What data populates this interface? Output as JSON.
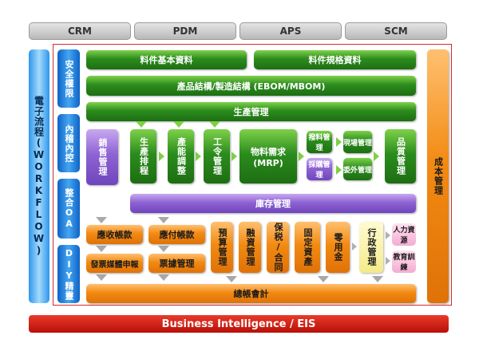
{
  "tabs": [
    "CRM",
    "PDM",
    "APS",
    "SCM"
  ],
  "left_bar": "電子流程(WORKFLOW)",
  "left_column": [
    "安全權限",
    "內稽內控",
    "整合OA",
    "DIY精靈"
  ],
  "right_bar": "成本管理",
  "rows": {
    "item_basic": "料件基本資料",
    "item_spec": "料件規格資料",
    "bom": "產品結構/製造結構 (EBOM/MBOM)",
    "production": "生產管理",
    "sales": "銷售管理",
    "scheduling": "生產排程",
    "capacity": "產能調整",
    "work_order": "工令管理",
    "mrp_line1": "物料需求",
    "mrp_line2": "(MRP)",
    "material_issue": "撥料管理",
    "shop_floor": "現場管理",
    "purchasing": "採購管理",
    "outsourcing": "委外管理",
    "quality": "品質管理",
    "inventory": "庫存管理",
    "ar": "應收帳款",
    "ap": "應付帳款",
    "budget": "預算管理",
    "finance": "融資管理",
    "guarantee": "保税/合同",
    "fixed_assets": "固定資產",
    "petty_cash": "零用金",
    "admin": "行政管理",
    "hr": "人力資源",
    "training": "教育訓練",
    "invoice": "發票媒體申報",
    "bills": "票據管理",
    "ledger": "總帳會計"
  },
  "bottom_bar": "Business Intelligence / EIS",
  "colors": {
    "green": "#2b8c1d",
    "purple": "#8e63d3",
    "orange": "#f28a12",
    "blue": "#1c7ad6",
    "red": "#c0140c",
    "frame": "#d52a2a"
  }
}
